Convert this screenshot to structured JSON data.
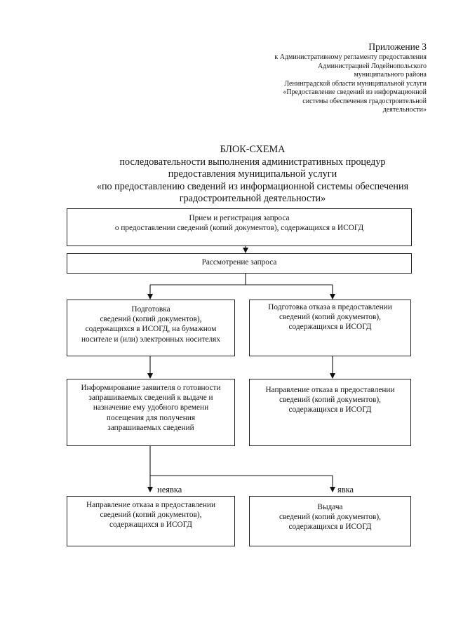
{
  "appendix": {
    "title": "Приложение 3",
    "lines": [
      "к Административному регламенту предоставления",
      "Администрацией Лодейнопольского",
      "муниципального района",
      "Ленинградской области муниципальной услуги",
      "«Предоставление сведений из информационной",
      "системы  обеспечения градостроительной",
      "деятельности»"
    ]
  },
  "heading": {
    "lines": [
      "БЛОК-СХЕМА",
      "последовательности выполнения административных процедур",
      "предоставления муниципальной услуги",
      "«по предоставлению сведений из информационной системы обеспечения",
      "градостроительной деятельности»"
    ]
  },
  "boxes": {
    "receive": [
      "Прием и регистрация запроса",
      "о предоставлении сведений (копий документов), содержащихся в ИСОГД"
    ],
    "review": [
      "Рассмотрение запроса"
    ],
    "prepare_info": [
      "Подготовка",
      "сведений (копий документов),",
      "содержащихся в ИСОГД, на бумажном",
      "носителе и (или) электронных носителях"
    ],
    "prepare_refusal": [
      "Подготовка отказа в предоставлении",
      "сведений (копий документов),",
      "содержащихся в ИСОГД"
    ],
    "inform": [
      "Информирование заявителя о готовности",
      "запрашиваемых сведений к выдаче и",
      "назначение ему удобного времени",
      "посещения для получения",
      "запрашиваемых сведений"
    ],
    "send_refusal": [
      "Направление отказа в предоставлении",
      "сведений (копий документов),",
      "содержащихся в ИСОГД"
    ],
    "noshow_refusal": [
      "Направление отказа в предоставлении",
      "сведений (копий документов),",
      "содержащихся в ИСОГД"
    ],
    "issue": [
      "Выдача",
      "сведений (копий документов),",
      "содержащихся в ИСОГД"
    ]
  },
  "edge_labels": {
    "noshow": "неявка",
    "show": "явка"
  }
}
